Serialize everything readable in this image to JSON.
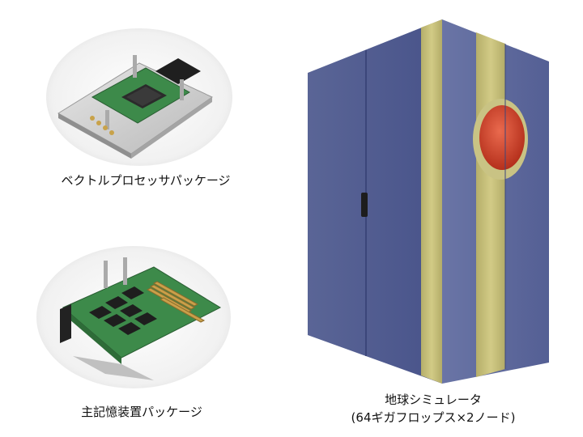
{
  "images": {
    "vector_package_caption": "ベクトルプロセッサパッケージ",
    "memory_package_caption": "主記憶装置パッケージ",
    "earth_simulator_caption_line1": "地球シミュレータ",
    "earth_simulator_caption_line2": "(64ギガフロップス×2ノード)"
  },
  "colors": {
    "cabinet_body": "#4e5a8c",
    "cabinet_stripe": "#c8c07a",
    "emblem_red": "#d8432c",
    "board_green": "#3d8a4a"
  }
}
